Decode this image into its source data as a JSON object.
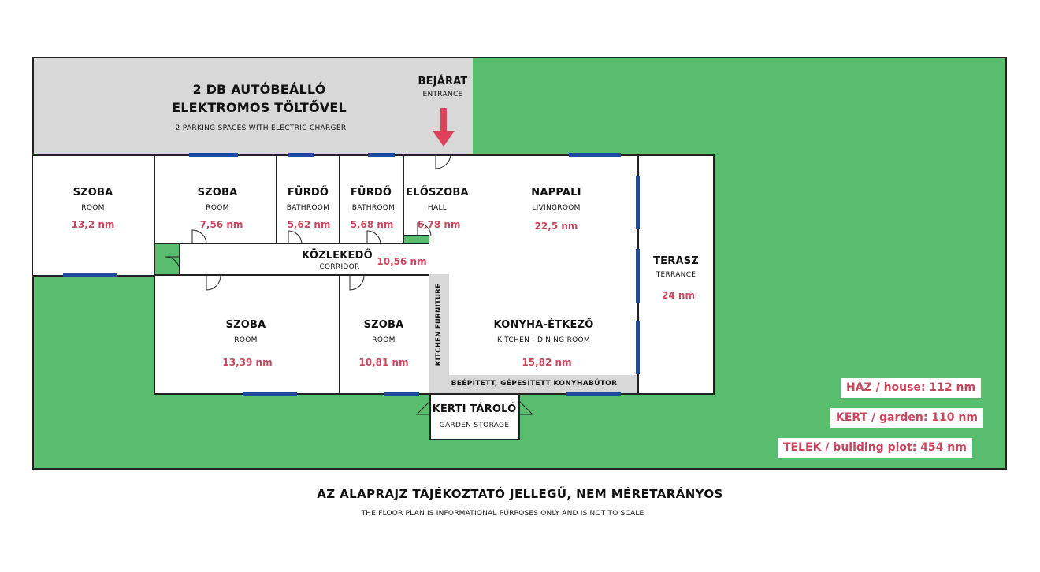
{
  "parking": {
    "title_line1": "2 DB AUTÓBEÁLLÓ",
    "title_line2": "ELEKTROMOS TÖLTŐVEL",
    "subtitle": "2 PARKING SPACES WITH ELECTRIC CHARGER"
  },
  "entrance": {
    "title": "BEJÁRAT",
    "subtitle": "ENTRANCE",
    "arrow_color": "#e0415a"
  },
  "rooms": {
    "szoba1": {
      "name": "SZOBA",
      "sub": "ROOM",
      "area": "13,2 nm"
    },
    "szoba2": {
      "name": "SZOBA",
      "sub": "ROOM",
      "area": "7,56 nm"
    },
    "furdo1": {
      "name": "FÜRDŐ",
      "sub": "BATHROOM",
      "area": "5,62 nm"
    },
    "furdo2": {
      "name": "FÜRDŐ",
      "sub": "BATHROOM",
      "area": "5,68 nm"
    },
    "eloszoba": {
      "name": "ELŐSZOBA",
      "sub": "HALL",
      "area": "6,78 nm"
    },
    "nappali": {
      "name": "NAPPALI",
      "sub": "LIVINGROOM",
      "area": "22,5 nm"
    },
    "kozlekedo": {
      "name": "KÖZLEKEDŐ",
      "sub": "CORRIDOR",
      "area": "10,56 nm"
    },
    "terasz": {
      "name": "TERASZ",
      "sub": "TERRANCE",
      "area": "24 nm"
    },
    "szoba3": {
      "name": "SZOBA",
      "sub": "ROOM",
      "area": "13,39 nm"
    },
    "szoba4": {
      "name": "SZOBA",
      "sub": "ROOM",
      "area": "10,81 nm"
    },
    "konyha": {
      "name": "KONYHA-ÉTKEZŐ",
      "sub": "KITCHEN - DINING ROOM",
      "area": "15,82 nm"
    },
    "kitchen_furniture": "KITCHEN FURNITURE",
    "beepitett": "BEÉPÍTETT, GÉPESÍTETT KONYHABÚTOR",
    "kerti": {
      "name": "KERTI TÁROLÓ",
      "sub": "GARDEN STORAGE"
    }
  },
  "stats": {
    "haz": "HÁZ / house: 112 nm",
    "kert": "KERT / garden: 110 nm",
    "telek": "TELEK / building plot:  454 nm"
  },
  "footer": {
    "main": "AZ ALAPRAJZ TÁJÉKOZTATÓ JELLEGŰ, NEM MÉRETARÁNYOS",
    "sub": "THE FLOOR PLAN IS INFORMATIONAL PURPOSES ONLY AND IS NOT TO SCALE"
  },
  "colors": {
    "garden": "#58bd6d",
    "parking": "#d8d8d8",
    "window": "#1f4aa0",
    "accent": "#c8475e"
  }
}
